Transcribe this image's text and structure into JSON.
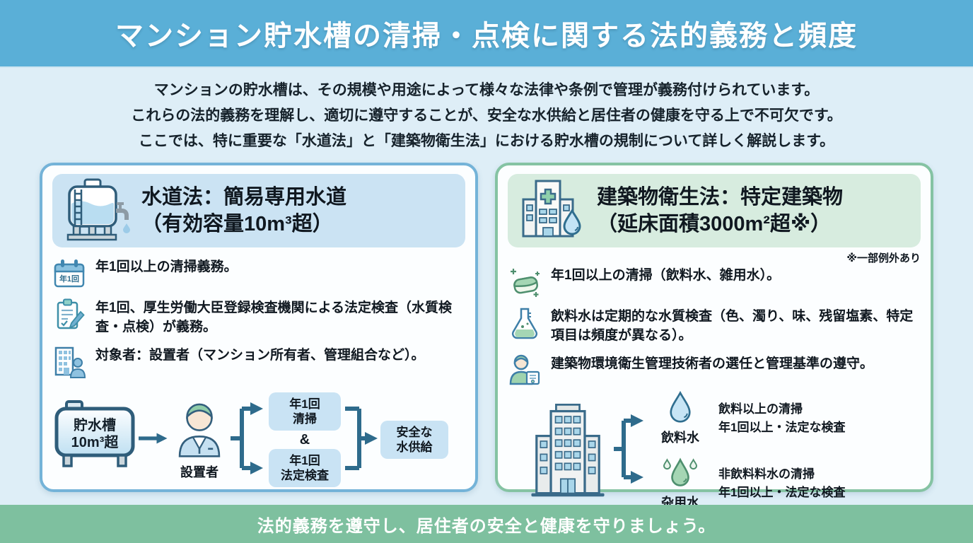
{
  "title_bar": {
    "title": "マンション貯水槽の清掃・点検に関する法的義務と頻度"
  },
  "intro": {
    "line1": "マンションの貯水槽は、その規模や用途によって様々な法律や条例で管理が義務付けられています。",
    "line2": "これらの法的義務を理解し、適切に遵守することが、安全な水供給と居住者の健康を守る上で不可欠です。",
    "line3": "ここでは、特に重要な「水道法」と「建築物衛生法」における貯水槽の規制について詳しく解説します。"
  },
  "left_card": {
    "title_line1": "水道法：簡易専用水道",
    "title_line2": "（有効容量10m³超）",
    "calendar_icon_label": "年1回",
    "items": [
      "年1回以上の清掃義務。",
      "年1回、厚生労働大臣登録検査機関による法定検査（水質検査・点検）が義務。",
      "対象者：設置者（マンション所有者、管理組合など）。"
    ],
    "flow": {
      "source_line1": "貯水槽",
      "source_line2": "10m³超",
      "actor_label": "設置者",
      "task1_line1": "年1回",
      "task1_line2": "清掃",
      "amp": "&",
      "task2_line1": "年1回",
      "task2_line2": "法定検査",
      "result_line1": "安全な",
      "result_line2": "水供給"
    }
  },
  "right_card": {
    "title_line1": "建築物衛生法：特定建築物",
    "title_line2": "（延床面積3000m²超※）",
    "note": "※一部例外あり",
    "items": [
      "年1回以上の清掃（飲料水、雑用水）。",
      "飲料水は定期的な水質検査（色、濁り、味、残留塩素、特定項目は頻度が異なる）。",
      "建築物環境衛生管理技術者の選任と管理基準の遵守。"
    ],
    "flow": {
      "branch1_label": "飲料水",
      "branch1_line1": "飲料以上の清掃",
      "branch1_line2": "年1回以上・法定な検査",
      "branch2_label": "杂用水",
      "branch2_line1": "非飲料料水の清掃",
      "branch2_line2": "年1回以上・法定な検査"
    }
  },
  "footer": {
    "message": "法的義務を遵守し、居住者の安全と健康を守りましょう。"
  },
  "colors": {
    "title_bar_blue": "#5AAFD7",
    "page_bg": "#DEEEF7",
    "left_card_border": "#74B3D8",
    "left_header_band": "#CBE3F3",
    "right_card_border": "#85C3A3",
    "right_header_band": "#D7ECDF",
    "flow_box_blue": "#C9E3F4",
    "arrow_color": "#2E6B8C",
    "footer_green": "#7EC09F",
    "text_color": "#101820"
  },
  "icons": {
    "left_header": "water-tank-with-faucet-icon",
    "left_item_icons": [
      "calendar-icon",
      "clipboard-pencil-icon",
      "building-person-icon"
    ],
    "left_flow_icons": [
      "water-tank-icon",
      "arrow-right-icon",
      "manager-person-icon",
      "fork-arrows-icon",
      "merge-arrow-icon"
    ],
    "right_header": "hospital-building-water-drop-icon",
    "right_item_icons": [
      "sponge-sparkle-icon",
      "flask-icon",
      "technician-certificate-icon"
    ],
    "right_flow_icons": [
      "tall-building-icon",
      "fork-arrows-icon",
      "water-drop-blue-icon",
      "water-drops-green-icon"
    ]
  }
}
